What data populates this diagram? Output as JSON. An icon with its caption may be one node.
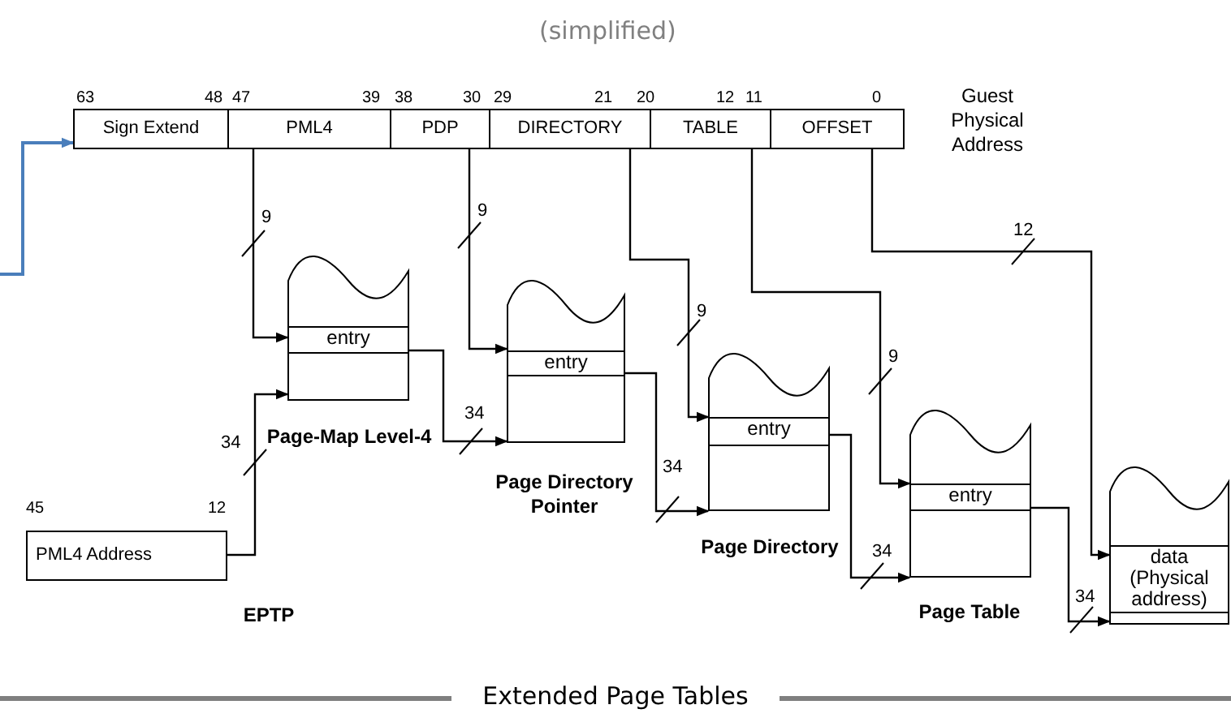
{
  "diagram": {
    "caption": "Extended Page Tables",
    "nodes": [
      {
        "text": [
          "Sign Extend"
        ]
      },
      {
        "text": [
          "PML4"
        ]
      },
      {
        "text": [
          "PDP"
        ]
      },
      {
        "text": [
          "DIRECTORY"
        ]
      },
      {
        "text": [
          "TABLE"
        ]
      },
      {
        "text": [
          "OFFSET"
        ]
      },
      {
        "text": [
          "entry"
        ],
        "beside": [
          "Page-Map Level-4"
        ]
      },
      {
        "text": [
          "entry"
        ],
        "beside": [
          "Page Directory Pointer"
        ]
      },
      {
        "text": [
          "entry"
        ],
        "beside": [
          "Page Directory"
        ]
      },
      {
        "text": [
          "entry"
        ],
        "beside": [
          "Page Table"
        ]
      },
      {
        "text": [
          "data (Physical address)"
        ]
      },
      {
        "text": [
          "PML4 Address"
        ],
        "beside": [
          "EPTP"
        ]
      }
    ],
    "edges": [
      {
        "from": null,
        "to": 0,
        "arrow": "to",
        "color": "#4a7ebb"
      },
      {
        "from": 1,
        "to": 6,
        "arrow": "to",
        "label": "9"
      },
      {
        "from": 11,
        "to": 6,
        "arrow": "to",
        "label": "34"
      },
      {
        "from": 2,
        "to": 7,
        "arrow": "to",
        "label": "9"
      },
      {
        "from": 6,
        "to": 7,
        "arrow": "to",
        "label": "34"
      },
      {
        "from": 3,
        "to": 8,
        "arrow": "to",
        "label": "9"
      },
      {
        "from": 7,
        "to": 8,
        "arrow": "to",
        "label": "34"
      },
      {
        "from": 4,
        "to": 9,
        "arrow": "to",
        "label": "9"
      },
      {
        "from": 8,
        "to": 9,
        "arrow": "to",
        "label": "34"
      },
      {
        "from": 5,
        "to": 10,
        "arrow": "to",
        "label": "12"
      },
      {
        "from": 9,
        "to": 10,
        "arrow": "to",
        "label": "34"
      }
    ],
    "labels": [
      "(simplified)",
      "63",
      "48",
      "47",
      "39",
      "38",
      "30",
      "29",
      "21",
      "20",
      "12",
      "11",
      "0",
      "Guest Physical Address",
      "45",
      "12"
    ]
  }
}
